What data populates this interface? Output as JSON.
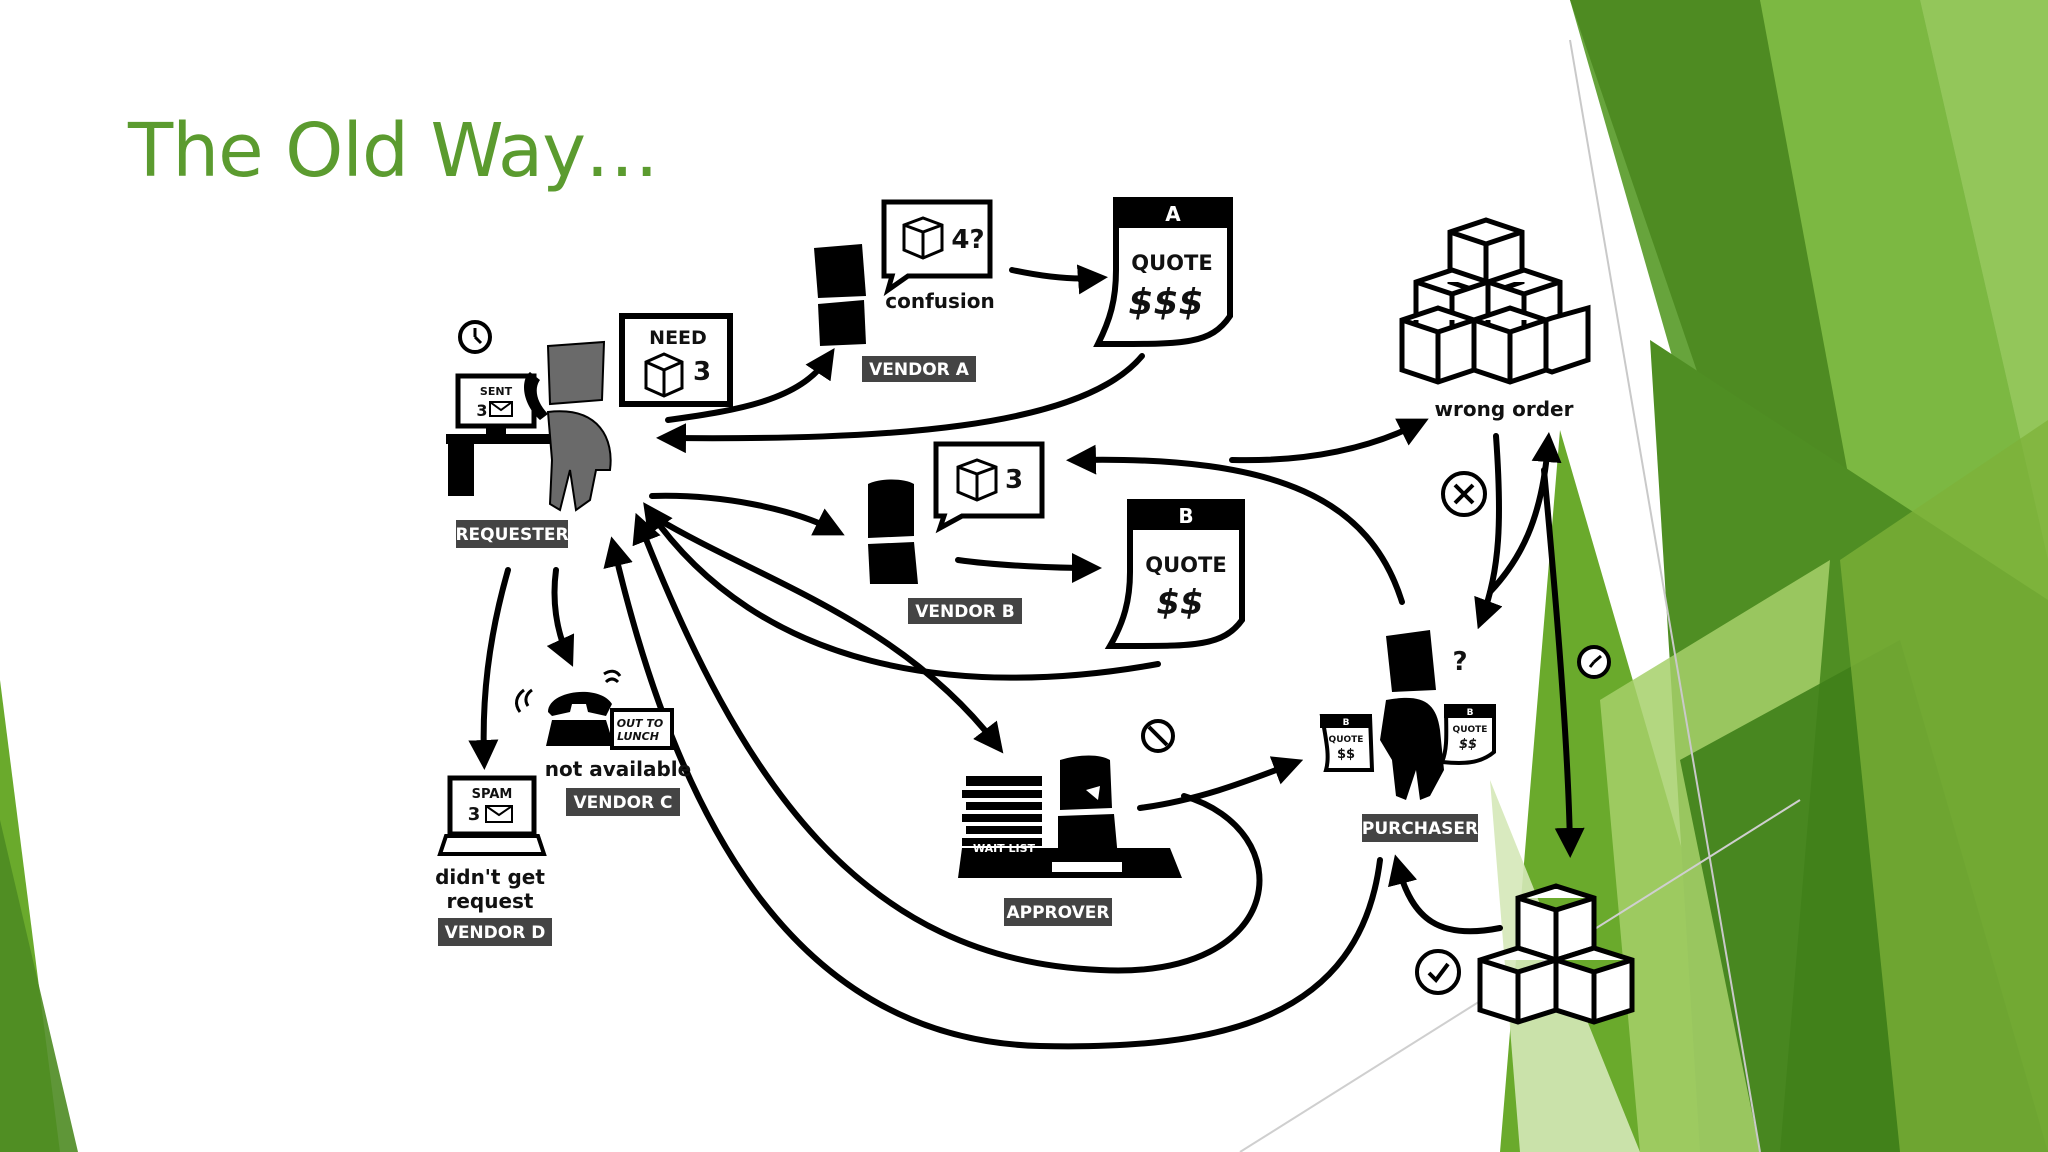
{
  "slide": {
    "title": "The Old Way…",
    "theme_colors": {
      "title": "#5b9b2f",
      "green_dark": "#4e8b22",
      "green_mid": "#6aaa2c",
      "green_light": "#9dcc5f",
      "label_bg": "#444444"
    }
  },
  "diagram": {
    "requester": {
      "label": "REQUESTER",
      "screen_line1": "SENT",
      "screen_line2": "3",
      "icons": [
        "clock-icon",
        "phone-icon",
        "mail-icon"
      ]
    },
    "need_bubble": {
      "line1": "NEED",
      "line2": "3",
      "icon": "box-icon"
    },
    "vendor_a": {
      "label": "VENDOR A",
      "bubble_text": "4?",
      "caption": "confusion"
    },
    "quote_a": {
      "tab": "A",
      "line1": "QUOTE",
      "line2": "$$$"
    },
    "vendor_b": {
      "label": "VENDOR B",
      "bubble_text": "3"
    },
    "quote_b": {
      "tab": "B",
      "line1": "QUOTE",
      "line2": "$$"
    },
    "vendor_c": {
      "label": "VENDOR C",
      "sign_line1": "OUT TO",
      "sign_line2": "LUNCH",
      "caption": "not available"
    },
    "vendor_d": {
      "label": "VENDOR D",
      "screen_line1": "SPAM",
      "screen_line2": "3",
      "caption_line1": "didn't get",
      "caption_line2": "request"
    },
    "approver": {
      "label": "APPROVER",
      "stack_label": "WAIT LIST",
      "icon": "no-entry-icon"
    },
    "purchaser": {
      "label": "PURCHASER",
      "question": "?",
      "left_doc": {
        "tab": "B",
        "line1": "QUOTE",
        "line2": "$$"
      },
      "right_doc": {
        "tab": "B",
        "line1": "QUOTE",
        "line2": "$$"
      }
    },
    "wrong_order": {
      "caption": "wrong order",
      "icon": "x-circle-icon"
    },
    "correct_order": {
      "icon": "check-circle-icon"
    },
    "delay_icon": "clock-icon"
  }
}
